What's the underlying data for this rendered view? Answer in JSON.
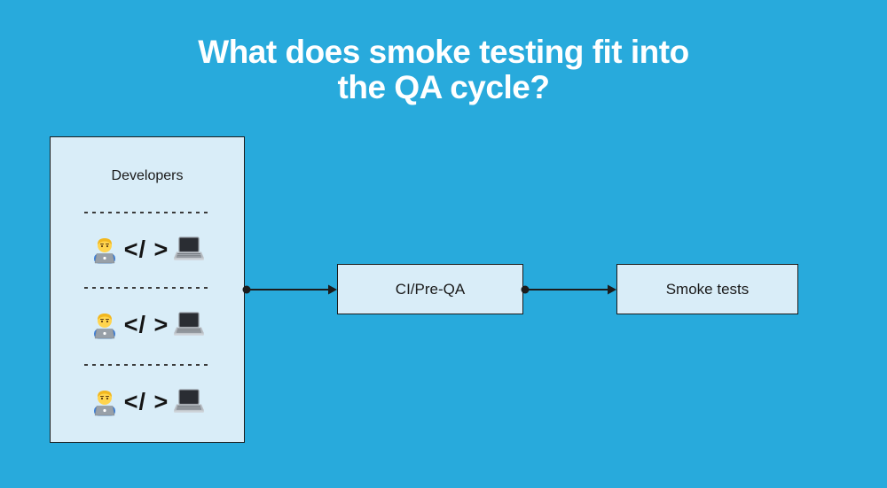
{
  "title": {
    "line1": "What does smoke testing fit into",
    "line2": "the QA cycle?"
  },
  "colors": {
    "background": "#28AADC",
    "box_fill": "#D9EDF8",
    "box_border": "#1C1C1C",
    "arrow": "#1C1C1C",
    "title_text": "#FFFFFF",
    "label_text": "#1A1A1A"
  },
  "developers_box": {
    "label": "Developers",
    "rows": [
      {
        "person_icon": "man-technologist-emoji",
        "code_text": "</ >",
        "laptop_icon": "laptop-emoji"
      },
      {
        "person_icon": "man-technologist-emoji",
        "code_text": "</ >",
        "laptop_icon": "laptop-emoji"
      },
      {
        "person_icon": "man-technologist-emoji",
        "code_text": "</ >",
        "laptop_icon": "laptop-emoji"
      }
    ]
  },
  "flow_boxes": [
    {
      "label": "CI/Pre-QA"
    },
    {
      "label": "Smoke tests"
    }
  ]
}
